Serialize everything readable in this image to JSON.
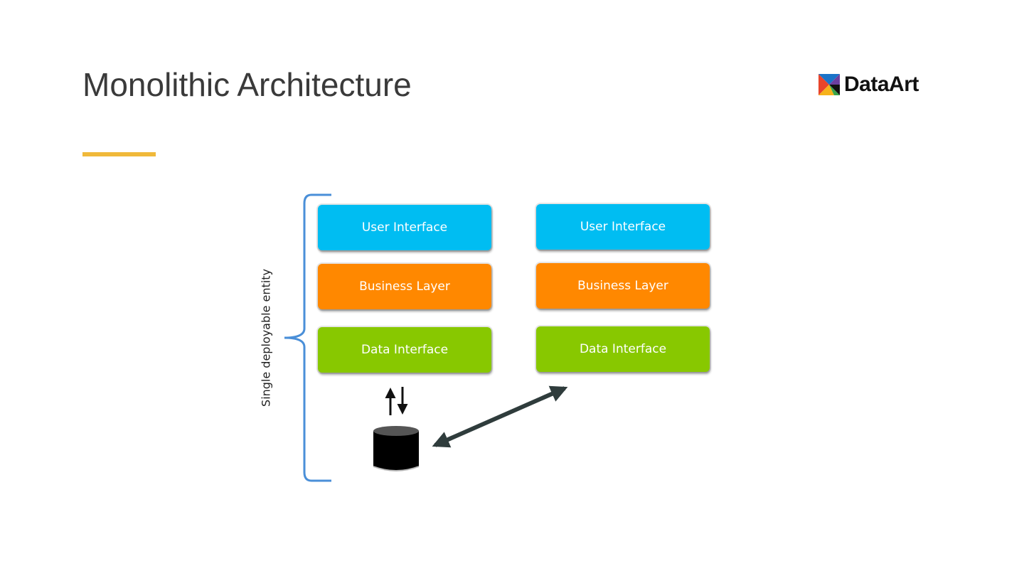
{
  "slide": {
    "title": "Monolithic Architecture",
    "accent_color": "#f0b93a"
  },
  "logo": {
    "text": "DataArt",
    "mark_icon": "dataart-tangram-logo"
  },
  "diagram": {
    "bracket_label": "Single deployable entity",
    "left_stack": [
      {
        "label": "User Interface",
        "color": "#00bdf2"
      },
      {
        "label": "Business Layer",
        "color": "#ff8800"
      },
      {
        "label": "Data Interface",
        "color": "#88c800"
      }
    ],
    "right_stack": [
      {
        "label": "User Interface",
        "color": "#00bdf2"
      },
      {
        "label": "Business Layer",
        "color": "#ff8800"
      },
      {
        "label": "Data Interface",
        "color": "#88c800"
      }
    ],
    "database_icon": "database-cylinder-icon",
    "connector_icons": [
      "up-down-arrows-icon",
      "double-headed-diagonal-arrow-icon"
    ]
  }
}
